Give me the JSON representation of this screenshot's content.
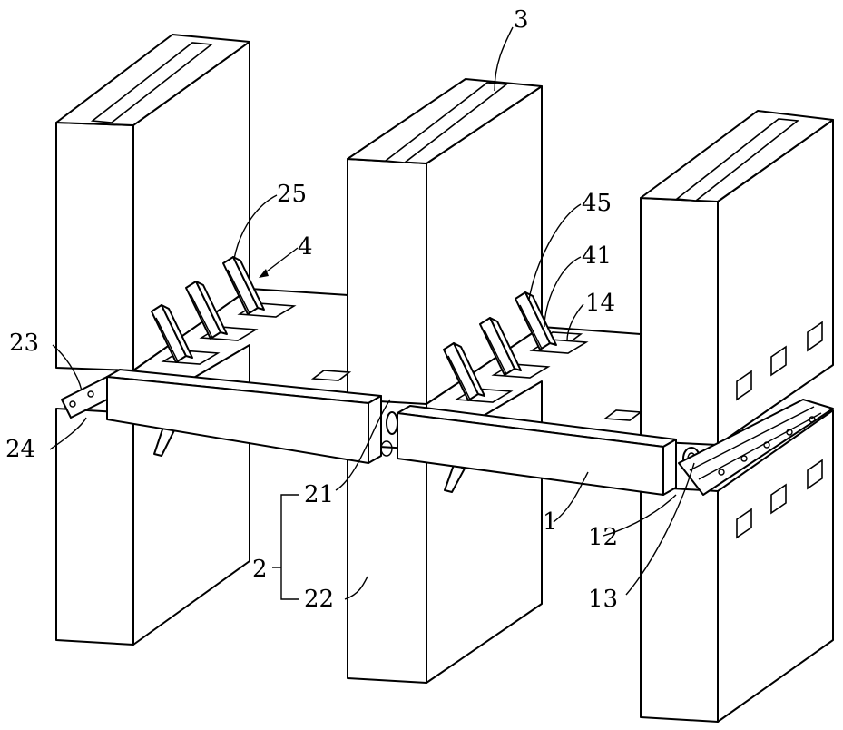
{
  "labels": {
    "l1": "1",
    "l2": "2",
    "l3": "3",
    "l4": "4",
    "l12": "12",
    "l13": "13",
    "l14": "14",
    "l21": "21",
    "l22": "22",
    "l23": "23",
    "l24": "24",
    "l25": "25",
    "l41": "41",
    "l45": "45"
  }
}
